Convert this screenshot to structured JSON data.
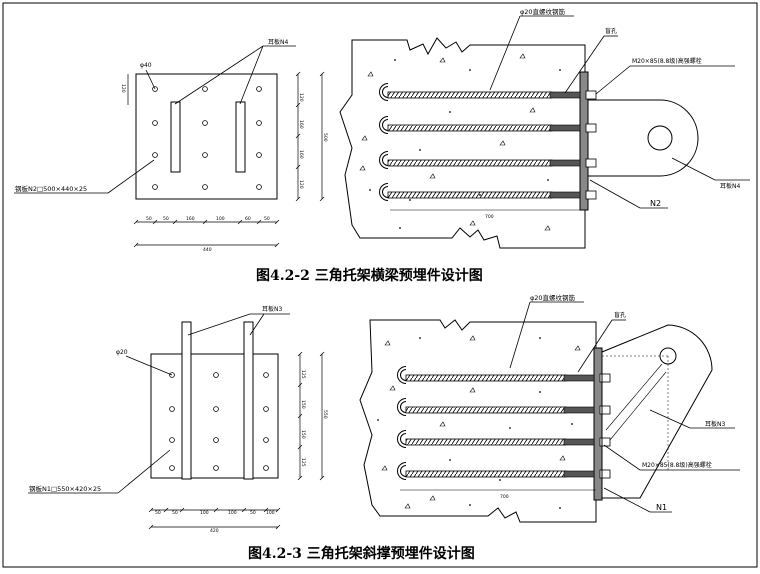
{
  "fig1": {
    "caption": "图4.2-2  三角托架横梁预埋件设计图",
    "plate_label": "钢板N2□500×440×25",
    "ear_label": "耳板N4",
    "hole_label": "φ40",
    "rebar_label": "φ20直螺纹钢筋",
    "anchor_label": "盲孔",
    "bolt_label": "M20×85(8.8级)高强螺栓",
    "ear_label_right": "耳板N4",
    "node_label": "N2",
    "dims_bottom": [
      "50",
      "50",
      "160",
      "100",
      "60",
      "50"
    ],
    "dim_total": "440",
    "dims_right": [
      "120",
      "160",
      "160",
      "120"
    ],
    "dim_right_total": "500",
    "dim_side_top": "120",
    "dim_depth": "700"
  },
  "fig2": {
    "caption": "图4.2-3  三角托架斜撑预埋件设计图",
    "plate_label": "钢板N1□550×420×25",
    "ear_label": "耳板N3",
    "hole_label": "φ20",
    "rebar_label": "φ20直螺纹钢筋",
    "anchor_label": "盲孔",
    "bolt_label": "M20×85(8.8级)高强螺栓",
    "ear_label_right": "耳板N3",
    "node_label": "N1",
    "dims_bottom": [
      "50",
      "50",
      "100",
      "100",
      "50",
      "100"
    ],
    "dim_total": "420",
    "dims_right": [
      "125",
      "150",
      "150",
      "125"
    ],
    "dim_right_total": "550",
    "dim_depth": "700"
  }
}
